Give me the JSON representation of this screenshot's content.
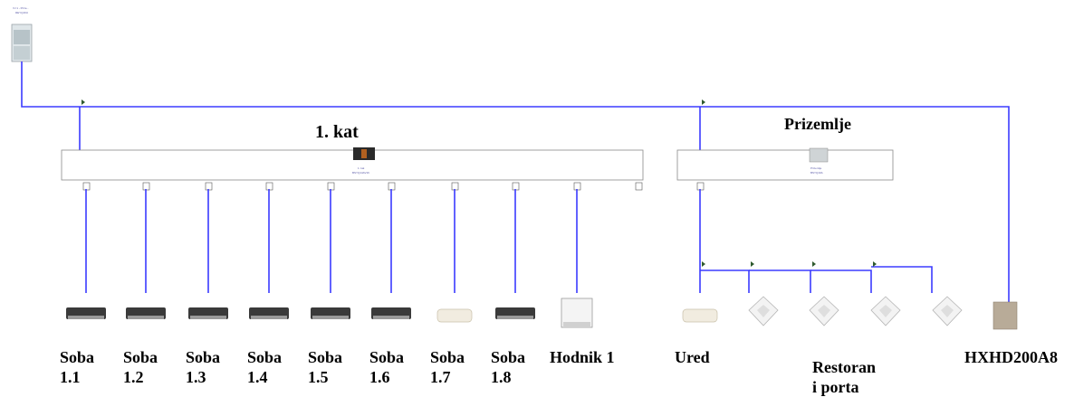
{
  "outdoor_unit": {
    "name": "VJ 1 - Prize...",
    "model": "REYQ16U"
  },
  "sections": {
    "kat1": {
      "title": "1. kat",
      "bs_name": "1. kat",
      "bs_model": "BSYQ14AV16"
    },
    "prizemlje": {
      "title": "Prizemlje",
      "bs_name": "Prizemlje",
      "bs_model": "BSYQ10A"
    }
  },
  "units": [
    {
      "label": "Soba\n1.1",
      "type": "duct"
    },
    {
      "label": "Soba\n1.2",
      "type": "duct"
    },
    {
      "label": "Soba\n1.3",
      "type": "duct"
    },
    {
      "label": "Soba\n1.4",
      "type": "duct"
    },
    {
      "label": "Soba\n1.5",
      "type": "duct"
    },
    {
      "label": "Soba\n1.6",
      "type": "duct"
    },
    {
      "label": "Soba\n1.7",
      "type": "wall"
    },
    {
      "label": "Soba\n1.8",
      "type": "duct"
    },
    {
      "label": "Hodnik 1",
      "type": "floor"
    },
    {
      "label": "Ured",
      "type": "wall"
    },
    {
      "label": "",
      "type": "cassette"
    },
    {
      "label": "Restoran\ni porta",
      "type": "cassette"
    },
    {
      "label": "",
      "type": "cassette"
    },
    {
      "label": "",
      "type": "cassette"
    },
    {
      "label": "HXHD200A8",
      "type": "hydro"
    }
  ],
  "colors": {
    "pipe": "#3b3bff",
    "box_border": "#8a8a8a",
    "refnet": "#2e5a2e"
  }
}
